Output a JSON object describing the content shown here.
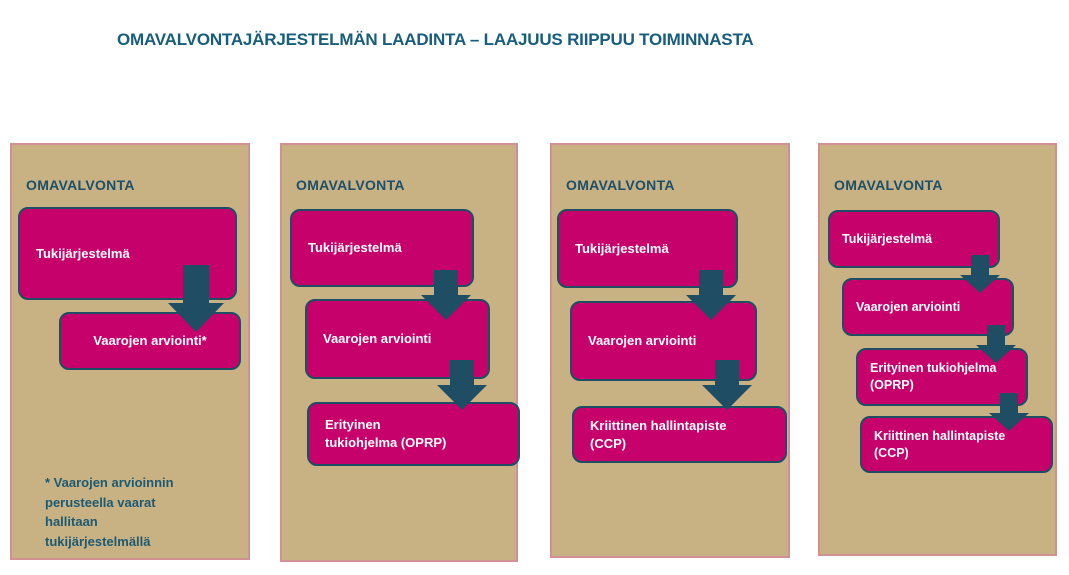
{
  "title": "OMAVALVONTAJÄRJESTELMÄN LAADINTA – LAAJUUS RIIPPUU TOIMINNASTA",
  "colors": {
    "magenta": "#C7016C",
    "teal": "#1E4D64",
    "tan": "#C8B284",
    "panel_border": "#D28F94",
    "title_text": "#175D7D",
    "heading_text": "#1B4F6B",
    "footnote_text": "#1D5A72",
    "box_text": "#FFFFFF",
    "page_bg": "#FFFFFF"
  },
  "icons": {
    "down_arrow": "css-triangle-down-arrow"
  },
  "panels": [
    {
      "heading": "OMAVALVONTA",
      "boxes": [
        "Tukijärjestelmä",
        "Vaarojen arviointi*"
      ],
      "footnote": "* Vaarojen arvioinnin\nperusteella vaarat\nhallitaan\ntukijärjestelmällä"
    },
    {
      "heading": "OMAVALVONTA",
      "boxes": [
        "Tukijärjestelmä",
        "Vaarojen arviointi",
        "Erityinen\ntukiohjelma (OPRP)"
      ]
    },
    {
      "heading": "OMAVALVONTA",
      "boxes": [
        "Tukijärjestelmä",
        "Vaarojen arviointi",
        "Kriittinen hallintapiste\n(CCP)"
      ]
    },
    {
      "heading": "OMAVALVONTA",
      "boxes": [
        "Tukijärjestelmä",
        "Vaarojen arviointi",
        "Erityinen tukiohjelma\n(OPRP)",
        "Kriittinen hallintapiste\n(CCP)"
      ]
    }
  ]
}
